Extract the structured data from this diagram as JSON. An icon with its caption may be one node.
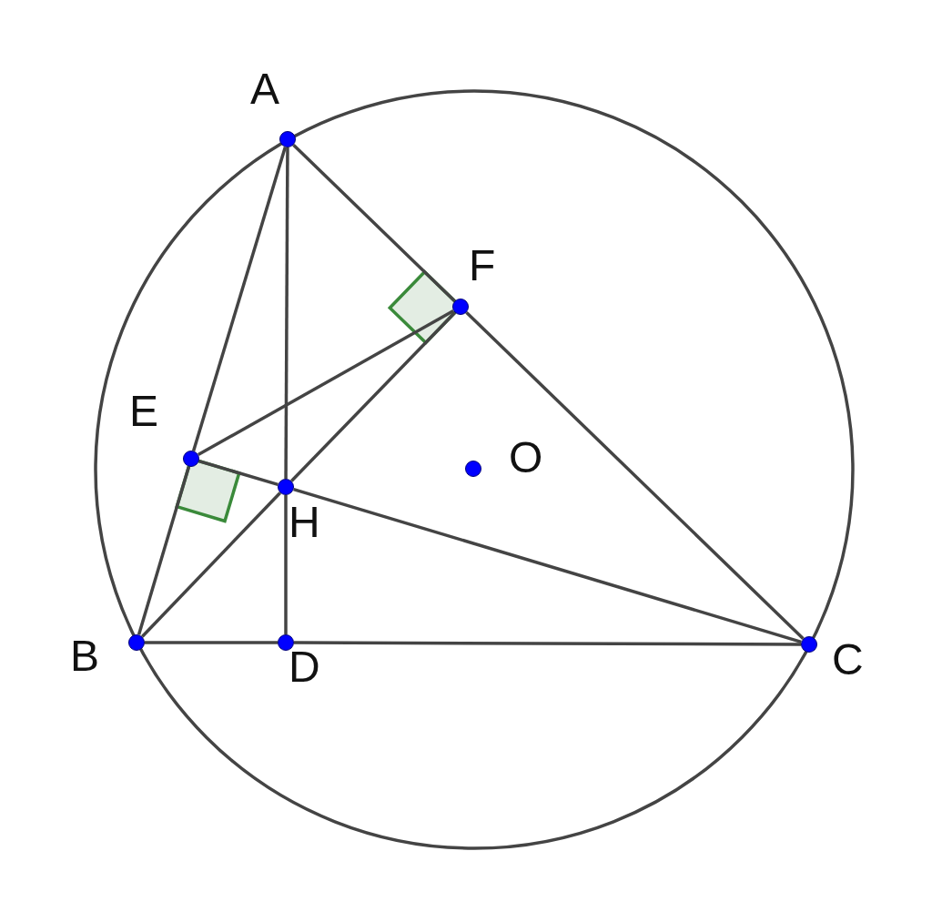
{
  "diagram": {
    "nodes": [
      {
        "text": [
          "A"
        ]
      },
      {
        "text": [
          "F"
        ]
      },
      {
        "text": [
          "E"
        ]
      },
      {
        "text": [
          "O"
        ]
      },
      {
        "text": [
          "H"
        ]
      },
      {
        "text": [
          "B"
        ]
      },
      {
        "text": [
          "D"
        ]
      },
      {
        "text": [
          "C"
        ]
      }
    ],
    "edges": [
      {
        "from": 0,
        "to": 2,
        "arrow": "none"
      },
      {
        "from": 2,
        "to": 5,
        "arrow": "none"
      },
      {
        "from": 0,
        "to": 1,
        "arrow": "none"
      },
      {
        "from": 1,
        "to": 7,
        "arrow": "none"
      },
      {
        "from": 5,
        "to": 6,
        "arrow": "none"
      },
      {
        "from": 6,
        "to": 7,
        "arrow": "none"
      },
      {
        "from": 0,
        "to": 4,
        "arrow": "none"
      },
      {
        "from": 4,
        "to": 6,
        "arrow": "none"
      },
      {
        "from": 5,
        "to": 4,
        "arrow": "none"
      },
      {
        "from": 4,
        "to": 1,
        "arrow": "none"
      },
      {
        "from": 2,
        "to": 4,
        "arrow": "none"
      },
      {
        "from": 4,
        "to": 7,
        "arrow": "none"
      },
      {
        "from": 2,
        "to": 1,
        "arrow": "none"
      }
    ]
  }
}
